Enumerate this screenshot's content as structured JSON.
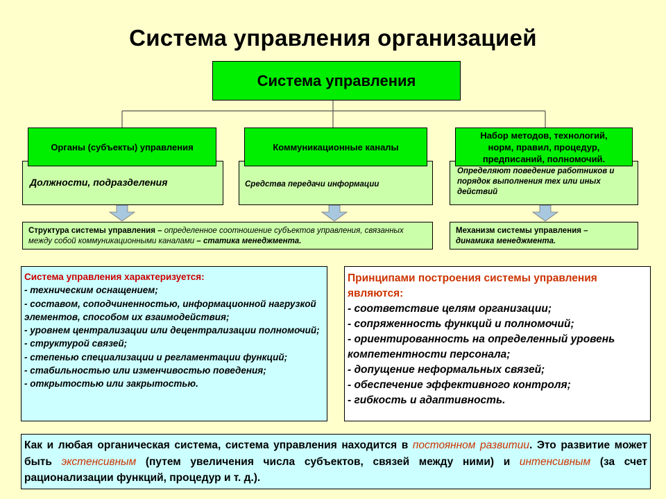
{
  "title": "Система  управления организацией",
  "top_box": "Система управления",
  "columns": [
    {
      "head": "Органы (субъекты) управления",
      "sub": "Должности, подразделения"
    },
    {
      "head": "Коммуникационные каналы",
      "sub": "Средства передачи информации"
    },
    {
      "head_lines": [
        "Набор методов, технологий,",
        "норм, правил, процедур,",
        "предписаний, полномочий."
      ],
      "sub": "Определяют поведение работников и порядок выполнения тех или иных действий"
    }
  ],
  "structure_box": {
    "term": "Структура системы управления –",
    "text": " определенное соотношение субъектов управления, связанных между собой коммуникационными каналами",
    "tail": " – статика менеджмента."
  },
  "mechanism_box": {
    "term": "Механизм системы управления –",
    "tail": "динамика менеджмента."
  },
  "characteristics": {
    "heading": "Система управления характеризуется:",
    "items": [
      "- техническим оснащением;",
      "- составом, соподчиненностью, информационной нагрузкой элементов, способом их взаимодействия;",
      "- уровнем централизации или децентрализации полномочий;",
      "- структурой связей;",
      "- степенью специализации и регламентации функций;",
      "- стабильностью или изменчивостью поведения;",
      "- открытостью или закрытостью."
    ]
  },
  "principles": {
    "heading": "Принципами построения системы управления являются:",
    "items": [
      "- соответствие целям организации;",
      "- сопряженность функций и полномочий;",
      "- ориентированность на определенный уровень компетентности персонала;",
      "- допущение неформальных связей;",
      "- обеспечение эффективного контроля;",
      "- гибкость и адаптивность."
    ]
  },
  "bottom": {
    "t1": "Как и любая органическая система, система управления находится в ",
    "r1": "постоянном развитии",
    "t2": ". Это развитие может быть ",
    "r2": "экстенсивным",
    "t3": " (путем увеличения числа субъектов, связей между ними) и ",
    "r3": "интенсивным",
    "t4": " (за счет рационализации функций, процедур и т. д.)."
  },
  "colors": {
    "background": "#ffffcc",
    "green": "#00ee00",
    "light_green": "#ccffaa",
    "cyan": "#ccffff",
    "arrow": "#a8c8e0",
    "accent_red": "#cc3300"
  }
}
